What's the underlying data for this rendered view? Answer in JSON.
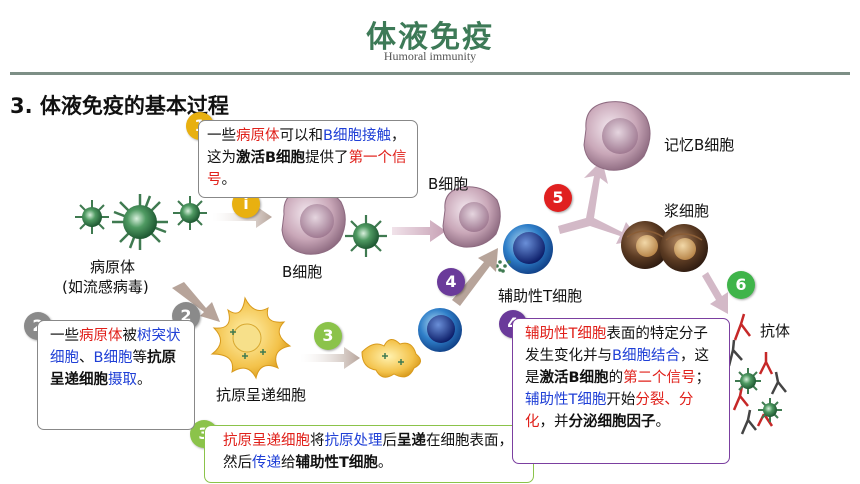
{
  "header": {
    "title": "体液免疫",
    "subtitle": "Humoral immunity"
  },
  "section_heading": "3. 体液免疫的基本过程",
  "colors": {
    "title_green": "#3d7a57",
    "red": "#e0201a",
    "blue": "#1f3fd6",
    "badge1": "#e8b010",
    "badge2": "#8a8a8a",
    "badge3": "#8bc34a",
    "badge4": "#6a3a9a",
    "badge5": "#e02020",
    "badge6": "#3fb44a"
  },
  "badges": {
    "b1": "1",
    "b1_small": "i",
    "b2": "2",
    "b2_box": "2",
    "b3": "3",
    "b3_box": "3",
    "b4": "4",
    "b4_box": "4",
    "b5": "5",
    "b6": "6"
  },
  "labels": {
    "pathogen_l1": "病原体",
    "pathogen_l2": "(如流感病毒)",
    "b_cell_1": "B细胞",
    "b_cell_2": "B细胞",
    "helper_t": "辅助性T细胞",
    "apc": "抗原呈递细胞",
    "memory_b": "记忆B细胞",
    "plasma": "浆细胞",
    "antibody": "抗体"
  },
  "box1": {
    "p1": "一些",
    "p2": "病原体",
    "p3": "可以和",
    "p4": "B细胞",
    "p5": "接触",
    "p6": "，这为",
    "p7": "激活B细胞",
    "p8": "提供了",
    "p9": "第一个信号",
    "p10": "。"
  },
  "box2": {
    "p1": "一些",
    "p2": "病原体",
    "p3": "被",
    "p4": "树突状细胞",
    "p5": "、",
    "p6": "B细胞",
    "p7": "等",
    "p8": "抗原呈递细胞",
    "p9": "摄取",
    "p10": "。"
  },
  "box3": {
    "p1": "抗原呈递细胞",
    "p2": "将",
    "p3": "抗原处理",
    "p4": "后",
    "p5": "呈递",
    "p6": "在",
    "p7": "细胞表面，然后",
    "p8": "传递",
    "p9": "给",
    "p10": "辅助性T细胞",
    "p11": "。"
  },
  "box4": {
    "p1": "辅助性T细胞",
    "p2": "表面的特定分子发生变化并与",
    "p3": "B细胞结合",
    "p4": "，这是",
    "p5": "激活B细胞",
    "p6": "的",
    "p7": "第二个信号",
    "p8": "；",
    "p9": "辅助性T细胞",
    "p10": "开始",
    "p11": "分裂、分化",
    "p12": "，并",
    "p13": "分泌细胞因子",
    "p14": "。"
  }
}
